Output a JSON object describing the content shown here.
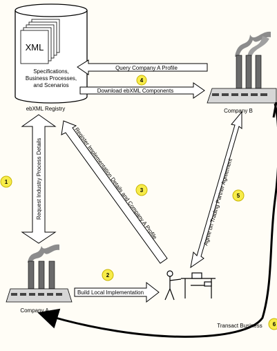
{
  "registry": {
    "doc_label": "XML",
    "desc_line1": "Specifications,",
    "desc_line2": "Business Processes,",
    "desc_line3": "and Scenarios",
    "name": "ebXML Registry"
  },
  "companies": {
    "a": "Company A",
    "b": "Company B"
  },
  "steps": {
    "s1": {
      "num": "1",
      "label": "Request Industry Process Details"
    },
    "s2": {
      "num": "2",
      "label": "Build Local Implementation"
    },
    "s3": {
      "num": "3",
      "label": "Register Implementation Details and Company A Profile"
    },
    "s4": {
      "num": "4",
      "query_label": "Query Company A Profile",
      "download_label": "Download ebXML Components"
    },
    "s5": {
      "num": "5",
      "label": "Agree on Trading Partner Agreement"
    },
    "s6": {
      "num": "6",
      "label": "Transact Business"
    }
  },
  "colors": {
    "step_badge": "#f7ec4a",
    "step_badge_stroke": "#c8b400",
    "background": "#fffdf6"
  }
}
